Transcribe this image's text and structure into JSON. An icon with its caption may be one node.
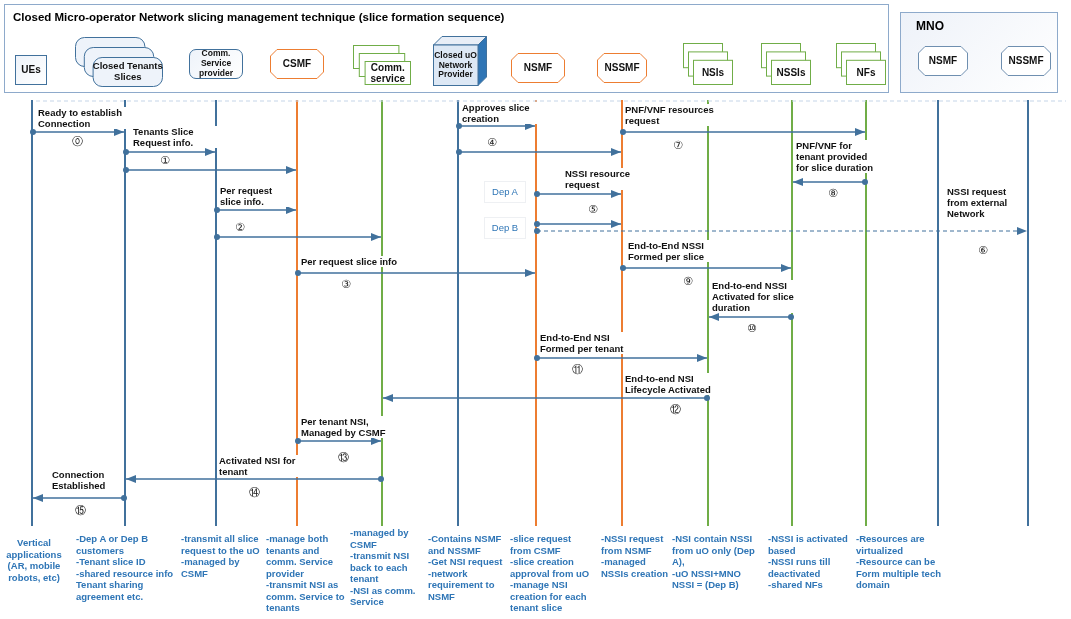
{
  "diagram": {
    "nodes": [
      {
        "text": [
          "Closed Micro-operator Network slicing management technique (slice formation sequence)"
        ]
      },
      {
        "text": [
          "UEs"
        ],
        "in": 0
      },
      {
        "text": [
          "Closed Tenants Slices"
        ],
        "in": 0
      },
      {
        "text": [
          "Comm. Service provider"
        ],
        "in": 0
      },
      {
        "text": [
          "CSMF"
        ],
        "in": 0
      },
      {
        "text": [
          "Comm. service"
        ],
        "in": 0
      },
      {
        "text": [
          "Closed uO Network Provider"
        ],
        "in": 0
      },
      {
        "text": [
          "NSMF"
        ],
        "in": 0
      },
      {
        "text": [
          "NSSMF"
        ],
        "in": 0
      },
      {
        "text": [
          "NSIs"
        ],
        "in": 0
      },
      {
        "text": [
          "NSSIs"
        ],
        "in": 0
      },
      {
        "text": [
          "NFs"
        ],
        "in": 0
      },
      {
        "text": [
          "MNO"
        ]
      },
      {
        "text": [
          "NSMF"
        ],
        "in": 12
      },
      {
        "text": [
          "NSSMF"
        ],
        "in": 12
      },
      {
        "text": [
          "Dep A"
        ]
      },
      {
        "text": [
          "Dep B"
        ]
      },
      {
        "text": [],
        "shape": "line",
        "beside": [
          "Vertical applications (AR, mobile robots, etc)"
        ]
      },
      {
        "text": [],
        "shape": "line",
        "beside": [
          "-Dep A or Dep B customers",
          "-Tenant slice ID",
          "-shared resource info Tenant sharing agreement etc."
        ]
      },
      {
        "text": [],
        "shape": "line",
        "beside": [
          "-transmit all slice request to the uO",
          "-managed by CSMF"
        ]
      },
      {
        "text": [],
        "shape": "line",
        "beside": [
          "-manage both tenants and comm. Service provider",
          "-transmit NSI as comm. Service to tenants"
        ]
      },
      {
        "text": [],
        "shape": "line",
        "beside": [
          "-managed by CSMF",
          "-transmit NSI back to each tenant",
          "-NSI as comm. Service"
        ]
      },
      {
        "text": [],
        "shape": "line",
        "beside": [
          "-Contains NSMF and NSSMF",
          "-Get NSI request",
          "-network requirement to NSMF"
        ]
      },
      {
        "text": [],
        "shape": "line",
        "beside": [
          "-slice request from CSMF",
          "-slice creation approval from uO",
          "-manage NSI creation for each tenant slice"
        ]
      },
      {
        "text": [],
        "shape": "line",
        "beside": [
          "-NSSI request from NSMF",
          "-managed NSSIs creation"
        ]
      },
      {
        "text": [],
        "shape": "line",
        "beside": [
          "-NSI contain NSSI from uO only (Dep A),",
          "-uO NSSI+MNO NSSI = (Dep B)"
        ]
      },
      {
        "text": [],
        "shape": "line",
        "beside": [
          "-NSSI is activated based",
          "-NSSI runs till deactivated",
          "-shared NFs"
        ]
      },
      {
        "text": [],
        "shape": "line",
        "beside": [
          "-Resources are virtualized",
          "-Resource can be Form multiple tech domain"
        ]
      },
      {
        "text": [],
        "shape": "line"
      },
      {
        "text": [],
        "shape": "line"
      }
    ],
    "edges": [
      {
        "from": 17,
        "to": 18,
        "arrow": "to",
        "label": "Ready to establish Connection"
      },
      {
        "from": 18,
        "to": 19,
        "arrow": "to",
        "label": "Tenants Slice Request info."
      },
      {
        "from": 18,
        "to": 20,
        "arrow": "to"
      },
      {
        "from": 19,
        "to": 20,
        "arrow": "to",
        "label": "Per request slice info."
      },
      {
        "from": 19,
        "to": 21,
        "arrow": "to"
      },
      {
        "from": 22,
        "to": 23,
        "arrow": "to",
        "label": "Approves slice creation"
      },
      {
        "from": 22,
        "to": 24,
        "arrow": "to"
      },
      {
        "from": 24,
        "to": 27,
        "arrow": "to",
        "label": "PNF/VNF resources request"
      },
      {
        "from": 27,
        "to": 26,
        "arrow": "to",
        "label": "PNF/VNF for tenant provided for slice duration"
      },
      {
        "from": 23,
        "to": 24,
        "arrow": "to",
        "label": "NSSI resource request"
      },
      {
        "from": 23,
        "to": 24,
        "arrow": "to"
      },
      {
        "from": 23,
        "to": 29,
        "arrow": "to",
        "style": "dashed",
        "label": "NSSI request from external Network"
      },
      {
        "from": 20,
        "to": 23,
        "arrow": "to",
        "label": "Per request slice info"
      },
      {
        "from": 24,
        "to": 26,
        "arrow": "to",
        "label": "End-to-End NSSI Formed per slice"
      },
      {
        "from": 26,
        "to": 25,
        "arrow": "to",
        "label": "End-to-end NSSI Activated for slice duration"
      },
      {
        "from": 23,
        "to": 25,
        "arrow": "to",
        "label": "End-to-End NSI Formed per tenant"
      },
      {
        "from": 25,
        "to": 21,
        "arrow": "to",
        "label": "End-to-end NSI Lifecycle Activated"
      },
      {
        "from": 20,
        "to": 21,
        "arrow": "to",
        "label": "Per tenant NSI, Managed by CSMF"
      },
      {
        "from": 21,
        "to": 18,
        "arrow": "to",
        "label": "Activated NSI for tenant"
      },
      {
        "from": 18,
        "to": 17,
        "arrow": "to",
        "label": "Connection Established"
      }
    ],
    "labels": [
      "⓪",
      "①",
      "②",
      "③",
      "④",
      "⑤",
      "⑥",
      "⑦",
      "⑧",
      "⑨",
      "⑩",
      "⑪",
      "⑫",
      "⑬",
      "⑭",
      "⑮"
    ]
  }
}
